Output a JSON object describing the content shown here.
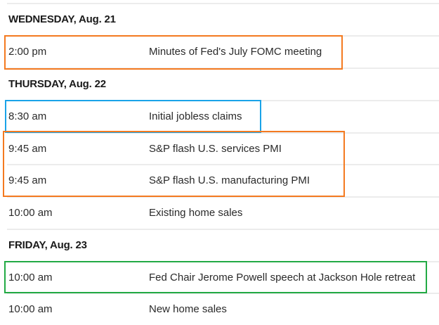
{
  "colors": {
    "orange": "#f47a20",
    "blue": "#1aa3e8",
    "green": "#22aa44"
  },
  "days": [
    {
      "label": "WEDNESDAY, Aug. 21",
      "events": [
        {
          "time": "2:00 pm",
          "desc": "Minutes of Fed's July FOMC meeting"
        }
      ]
    },
    {
      "label": "THURSDAY, Aug. 22",
      "events": [
        {
          "time": "8:30 am",
          "desc": "Initial jobless claims"
        },
        {
          "time": "9:45 am",
          "desc": "S&P flash U.S. services PMI"
        },
        {
          "time": "9:45 am",
          "desc": "S&P flash U.S. manufacturing PMI"
        },
        {
          "time": "10:00 am",
          "desc": "Existing home sales"
        }
      ]
    },
    {
      "label": "FRIDAY, Aug. 23",
      "events": [
        {
          "time": "10:00 am",
          "desc": "Fed Chair Jerome Powell speech at Jackson Hole retreat"
        },
        {
          "time": "10:00 am",
          "desc": "New home sales"
        }
      ]
    }
  ]
}
